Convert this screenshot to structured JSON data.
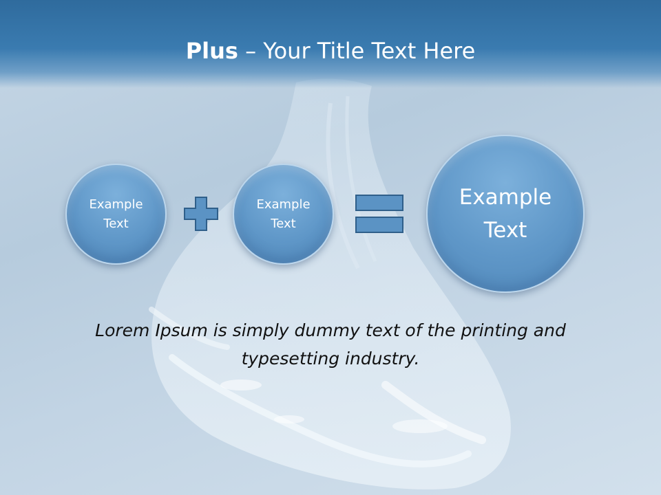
{
  "slide": {
    "title_bold": "Plus",
    "title_rest": " – Your Title Text Here",
    "circles": [
      {
        "label": "Example\nText"
      },
      {
        "label": "Example\nText"
      },
      {
        "label": "Example\nText"
      }
    ],
    "caption": "Lorem Ipsum is simply dummy text of the printing and typesetting industry."
  },
  "colors": {
    "header": "#3a7bb0",
    "circle_fill": "#5f97c8",
    "operator_fill": "#5b93c4",
    "caption_text": "#111111"
  },
  "icons": [
    "plus-icon",
    "equals-icon",
    "water-splash-background"
  ]
}
